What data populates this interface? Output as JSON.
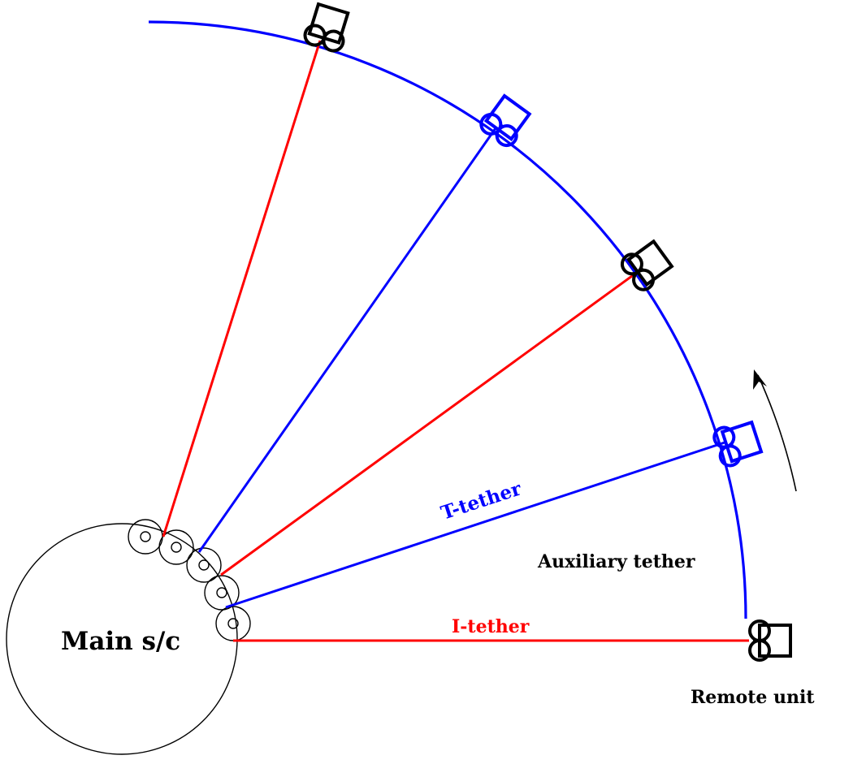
{
  "labels": {
    "main": "Main s/c",
    "t_tether": "T-tether",
    "i_tether": "I-tether",
    "auxiliary": "Auxiliary tether",
    "remote": "Remote unit"
  },
  "colors": {
    "i_tether": "#ff0000",
    "t_tether": "#0000ff",
    "auxiliary": "#0000ff",
    "remote_unit_black": "#000000",
    "remote_unit_blue": "#0000ff",
    "outline": "#000000",
    "background": "#ffffff"
  },
  "icons": {
    "remote_unit": "remote-unit-icon",
    "reel": "tether-reel-icon",
    "motion_arrow": "arrow-up-icon"
  }
}
